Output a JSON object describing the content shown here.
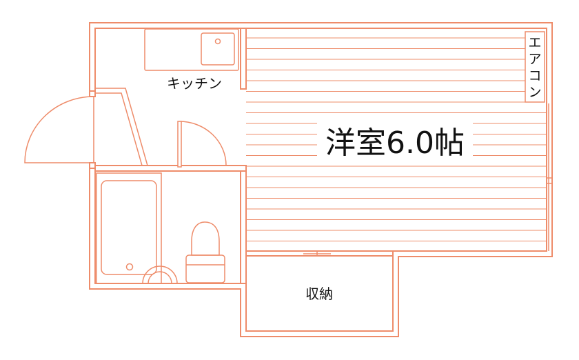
{
  "rooms": {
    "western_room": "洋室6.0帖",
    "kitchen": "キッチン",
    "storage": "収納",
    "aircon": [
      "エ",
      "ア",
      "コ",
      "ン"
    ]
  },
  "colors": {
    "wall": "#f0a98a",
    "line": "#ee8c6a",
    "text": "#111111",
    "background": "#ffffff"
  }
}
